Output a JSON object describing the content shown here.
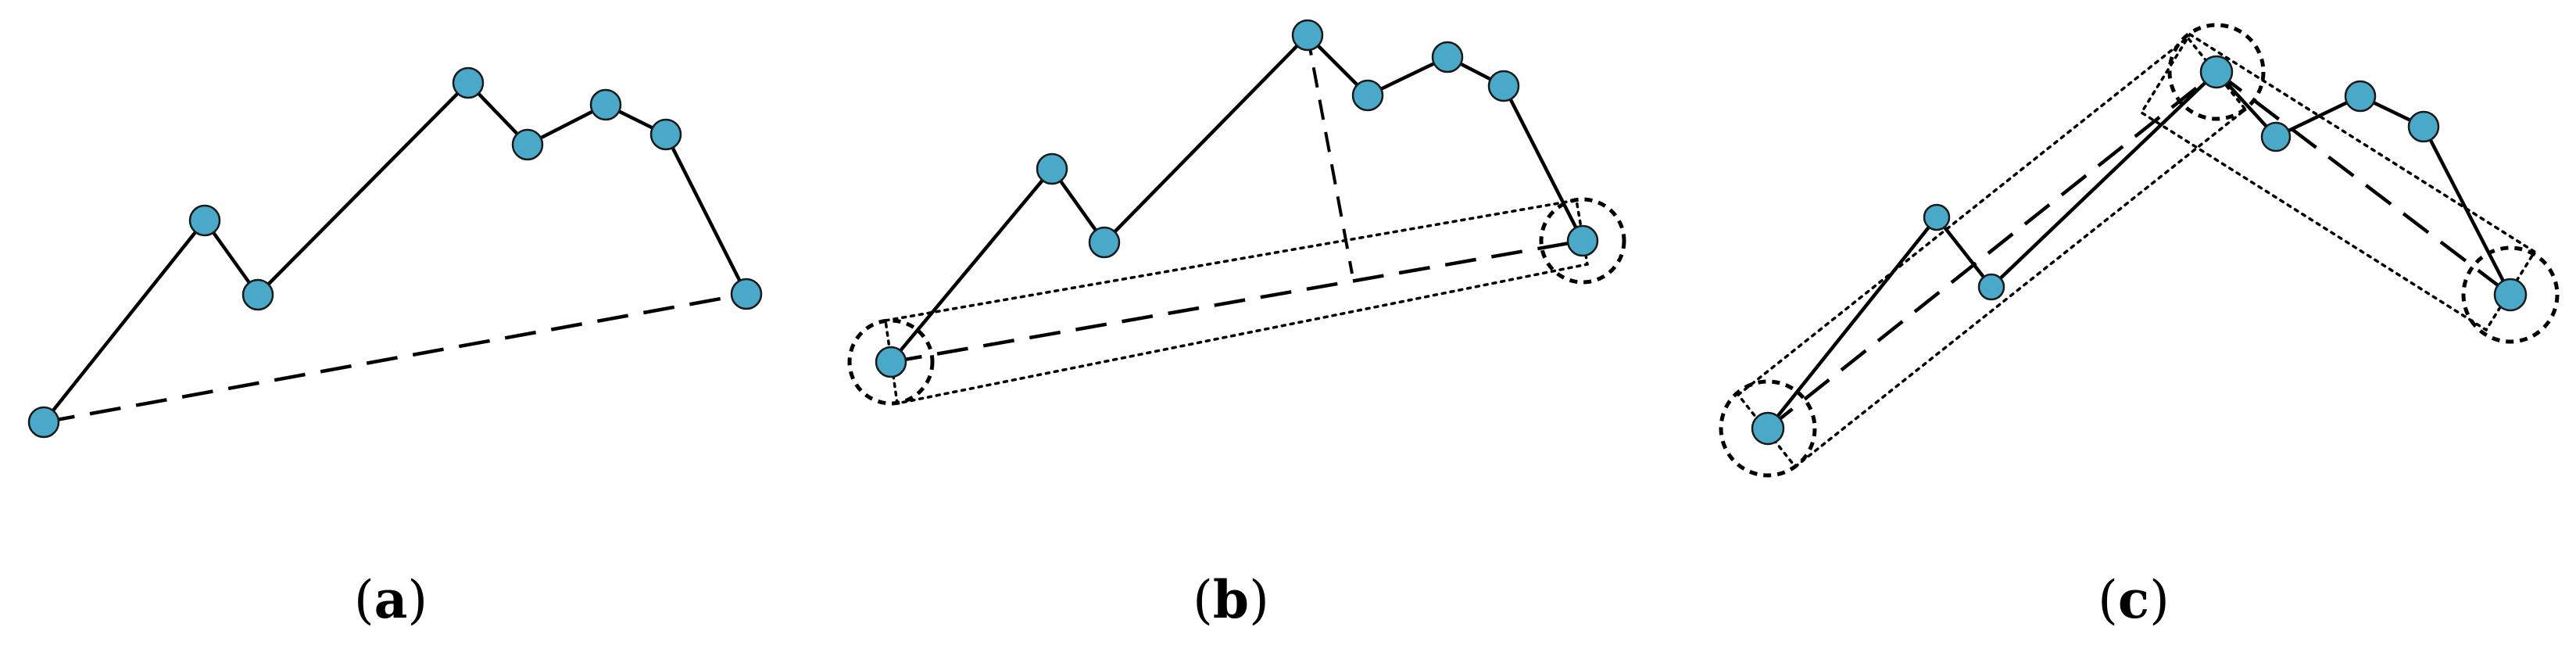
{
  "colors": {
    "vertex_fill": "#4aa8c8",
    "line": "#000000",
    "background": "#ffffff"
  },
  "panels": [
    {
      "id": "a",
      "caption": {
        "open": "(",
        "letter": "a",
        "close": ")"
      }
    },
    {
      "id": "b",
      "caption": {
        "open": "(",
        "letter": "b",
        "close": ")"
      }
    },
    {
      "id": "c",
      "caption": {
        "open": "(",
        "letter": "c",
        "close": ")"
      }
    }
  ]
}
